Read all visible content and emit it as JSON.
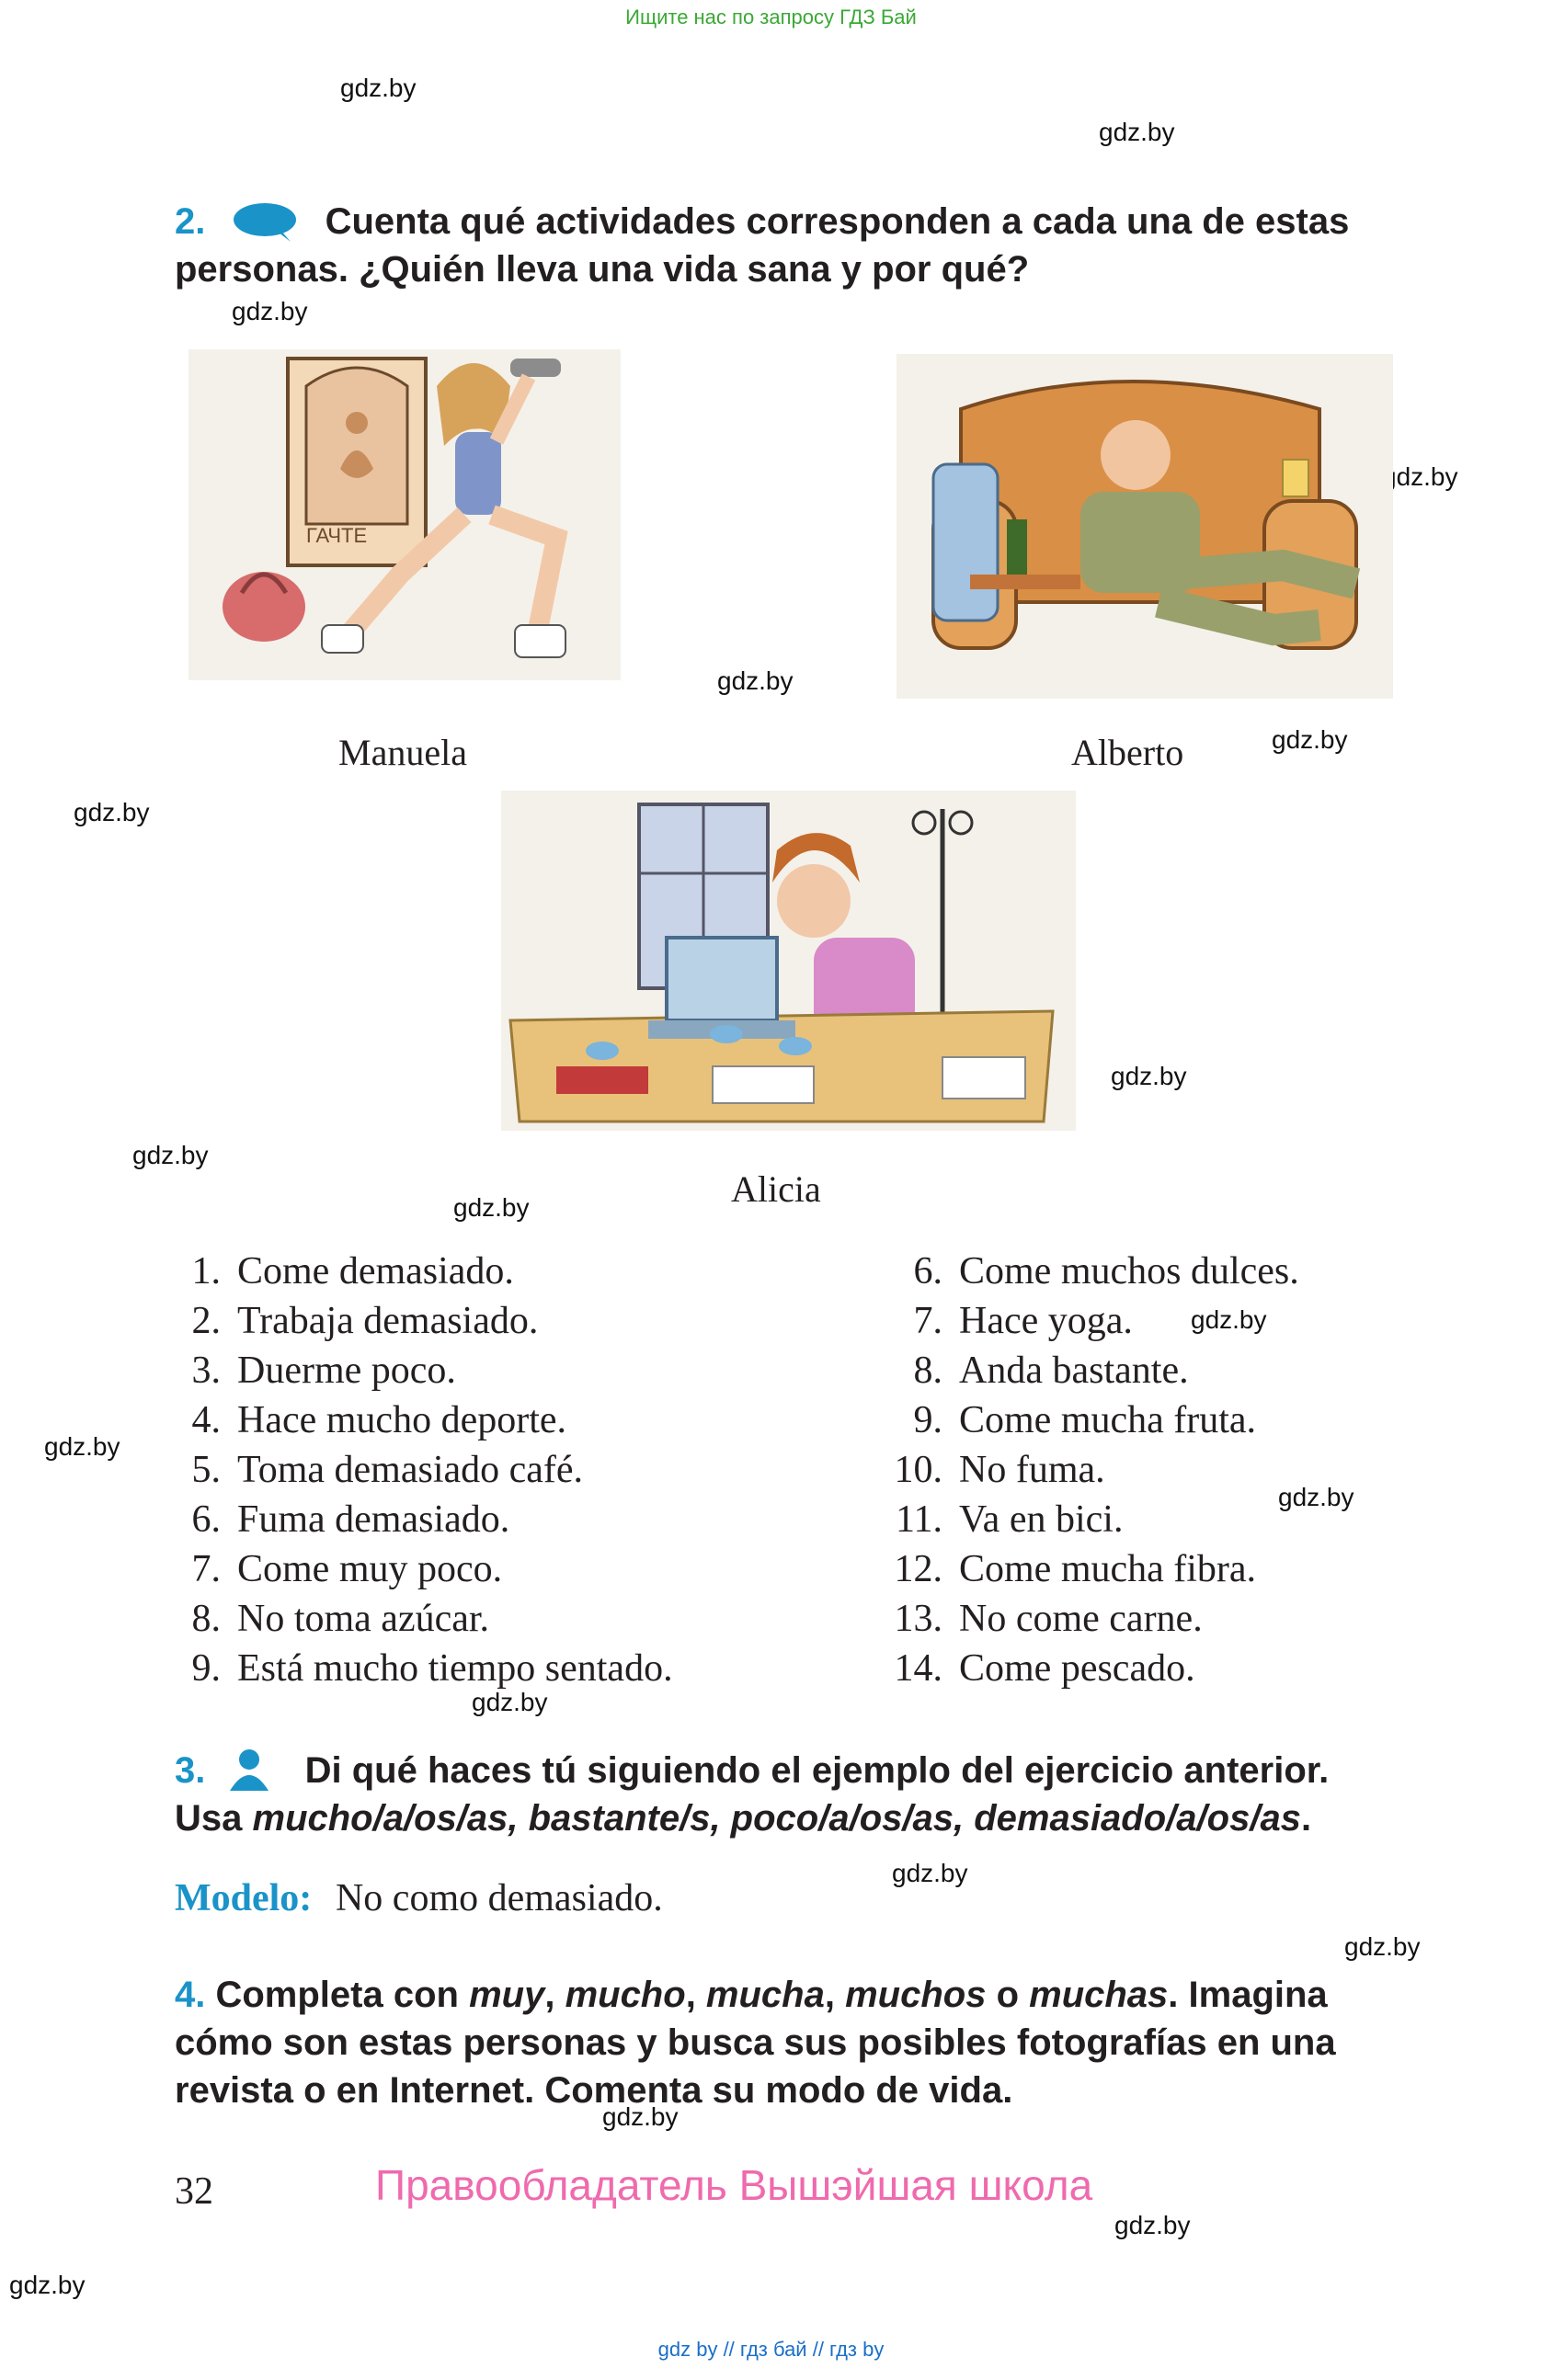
{
  "top_banner": "Ищите нас по запросу ГДЗ Бай",
  "watermark": "gdz.by",
  "task2": {
    "number": "2.",
    "icon": "speech-bubble-icon",
    "text": "Cuenta qué actividades corresponden a cada una de estas personas. ¿Quién lleva una vida sana y por qué?"
  },
  "illustrations": {
    "manuela": {
      "caption": "Manuela",
      "poster_text": "ГАЧТЕ"
    },
    "alberto": {
      "caption": "Alberto"
    },
    "alicia": {
      "caption": "Alicia"
    }
  },
  "activities_left": [
    {
      "n": "1.",
      "text": "Come demasiado."
    },
    {
      "n": "2.",
      "text": "Trabaja demasiado."
    },
    {
      "n": "3.",
      "text": "Duerme poco."
    },
    {
      "n": "4.",
      "text": "Hace mucho deporte."
    },
    {
      "n": "5.",
      "text": "Toma demasiado café."
    },
    {
      "n": "6.",
      "text": "Fuma demasiado."
    },
    {
      "n": "7.",
      "text": "Come muy poco."
    },
    {
      "n": "8.",
      "text": "No toma azúcar."
    },
    {
      "n": "9.",
      "text": "Está mucho tiempo sentado."
    }
  ],
  "activities_right": [
    {
      "n": "6.",
      "text": "Come muchos dulces."
    },
    {
      "n": "7.",
      "text": "Hace yoga."
    },
    {
      "n": "8.",
      "text": "Anda bastante."
    },
    {
      "n": "9.",
      "text": "Come mucha fruta."
    },
    {
      "n": "10.",
      "text": "No fuma."
    },
    {
      "n": "11.",
      "text": "Va en bici."
    },
    {
      "n": "12.",
      "text": "Come mucha fibra."
    },
    {
      "n": "13.",
      "text": "No come carne."
    },
    {
      "n": "14.",
      "text": "Come pescado."
    }
  ],
  "task3": {
    "number": "3.",
    "icon": "person-icon",
    "line1": "Di qué haces tú siguiendo el ejemplo del ejercicio anterior.",
    "line2_prefix": "Usa ",
    "line2_italic": "mucho/a/os/as, bastante/s, poco/a/os/as, demasiado/a/os/as",
    "line2_suffix": ".",
    "model_label": "Modelo:",
    "model_text": "No como demasiado."
  },
  "task4": {
    "number": "4.",
    "p1": "Completa con ",
    "w1": "muy",
    "c1": ", ",
    "w2": "mucho",
    "c2": ", ",
    "w3": "mucha",
    "c3": ", ",
    "w4": "muchos",
    "c4": " o ",
    "w5": "muchas",
    "rest": ". Imagina cómo son estas personas y busca sus posibles fotografías en una revista o en Internet. Comenta su modo de vida."
  },
  "page_number": "32",
  "copyright": "Правообладатель Вышэйшая школа",
  "footer": "gdz by  //  гдз бай  //  гдз by",
  "colors": {
    "accent_blue": "#1a93c8",
    "pink": "#ef6aae",
    "green": "#3aa935"
  }
}
